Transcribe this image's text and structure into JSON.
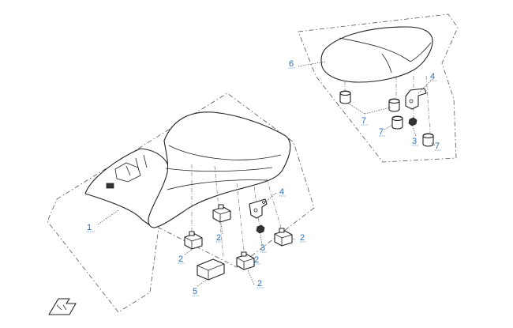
{
  "callouts": [
    {
      "id": "c1",
      "label": "1"
    },
    {
      "id": "c2a",
      "label": "2"
    },
    {
      "id": "c2b",
      "label": "2"
    },
    {
      "id": "c2c",
      "label": "2"
    },
    {
      "id": "c2d",
      "label": "2"
    },
    {
      "id": "c2e",
      "label": "2"
    },
    {
      "id": "c3a",
      "label": "3"
    },
    {
      "id": "c3b",
      "label": "3"
    },
    {
      "id": "c4a",
      "label": "4"
    },
    {
      "id": "c4b",
      "label": "4"
    },
    {
      "id": "c5",
      "label": "5"
    },
    {
      "id": "c6",
      "label": "6"
    },
    {
      "id": "c7a",
      "label": "7"
    },
    {
      "id": "c7b",
      "label": "7"
    },
    {
      "id": "c7c",
      "label": "7"
    }
  ],
  "colors": {
    "callout": "#2a6fb5",
    "line": "#222222",
    "background": "#ffffff"
  },
  "icons": {
    "orientation": "front-arrow-icon"
  }
}
